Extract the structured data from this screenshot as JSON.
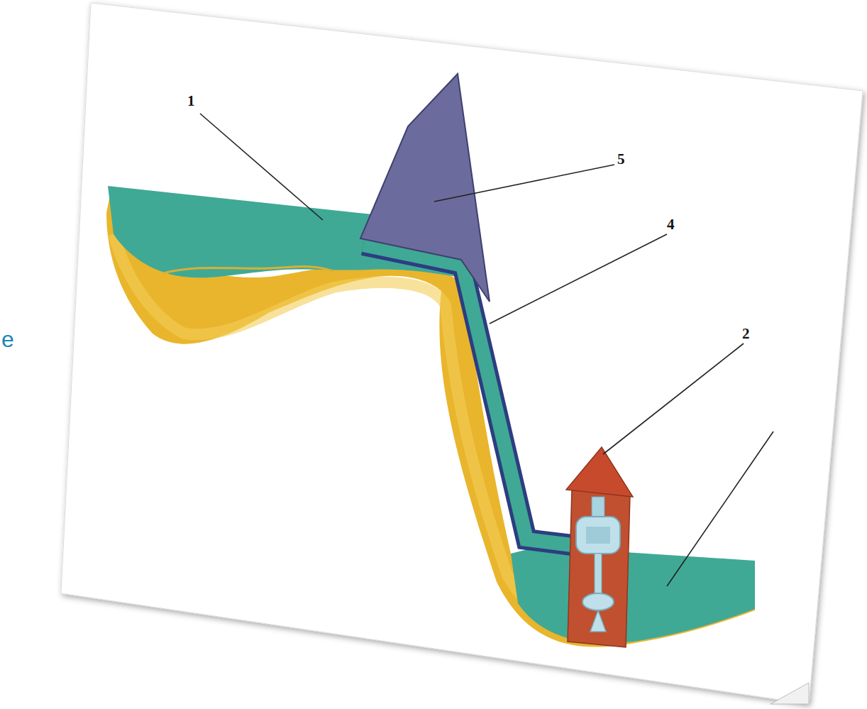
{
  "diagram": {
    "labels": [
      "1",
      "5",
      "4",
      "2",
      "e"
    ]
  }
}
